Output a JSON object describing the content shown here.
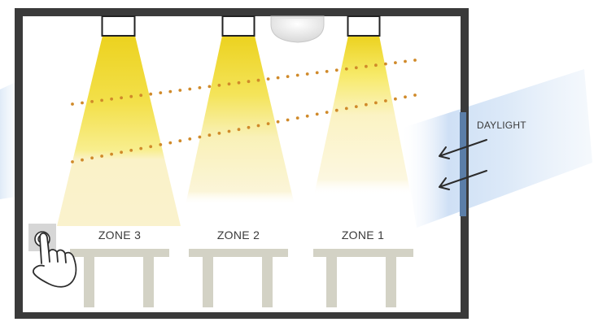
{
  "zones": [
    {
      "label": "ZONE 3"
    },
    {
      "label": "ZONE 2"
    },
    {
      "label": "ZONE 1"
    }
  ],
  "daylight": {
    "label": "DAYLIGHT"
  },
  "icons": [
    "ceiling-light-icon",
    "occupancy-sensor-icon",
    "wall-switch-icon",
    "hand-pointer-icon",
    "daylight-arrow-icon"
  ],
  "colors": {
    "wall": "#3a3a3a",
    "light_bright": "#ecd21f",
    "light_mid": "#f7ec6b",
    "light_soft": "#faf4cf",
    "sensor_dots": "#d08a2a",
    "window": "#5b7ea8",
    "daylight": "#cfe2f7",
    "furniture": "#d3d2c5"
  }
}
